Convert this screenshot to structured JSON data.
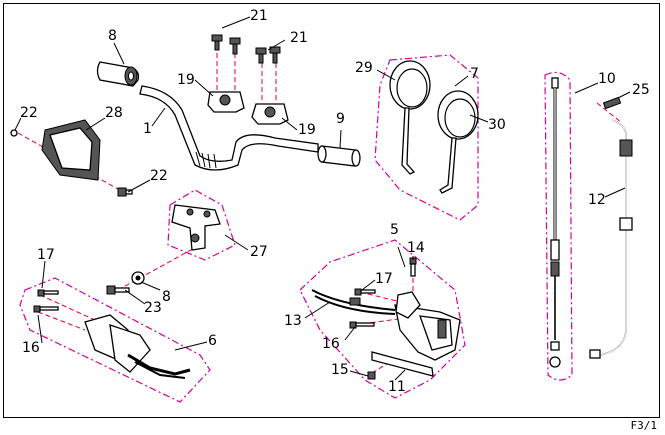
{
  "labels": {
    "p1": "1",
    "p5": "5",
    "p6": "6",
    "p7": "7",
    "p8a": "8",
    "p8b": "8",
    "p9": "9",
    "p10": "10",
    "p11": "11",
    "p12": "12",
    "p13": "13",
    "p14": "14",
    "p15": "15",
    "p16a": "16",
    "p16b": "16",
    "p17a": "17",
    "p17b": "17",
    "p19a": "19",
    "p19b": "19",
    "p21a": "21",
    "p21b": "21",
    "p22a": "22",
    "p22b": "22",
    "p23": "23",
    "p25": "25",
    "p27": "27",
    "p28": "28",
    "p29": "29",
    "p30": "30"
  },
  "page_code": "F3/1",
  "colors": {
    "group_outline": "#d4009c",
    "center_line": "#e0003c"
  }
}
